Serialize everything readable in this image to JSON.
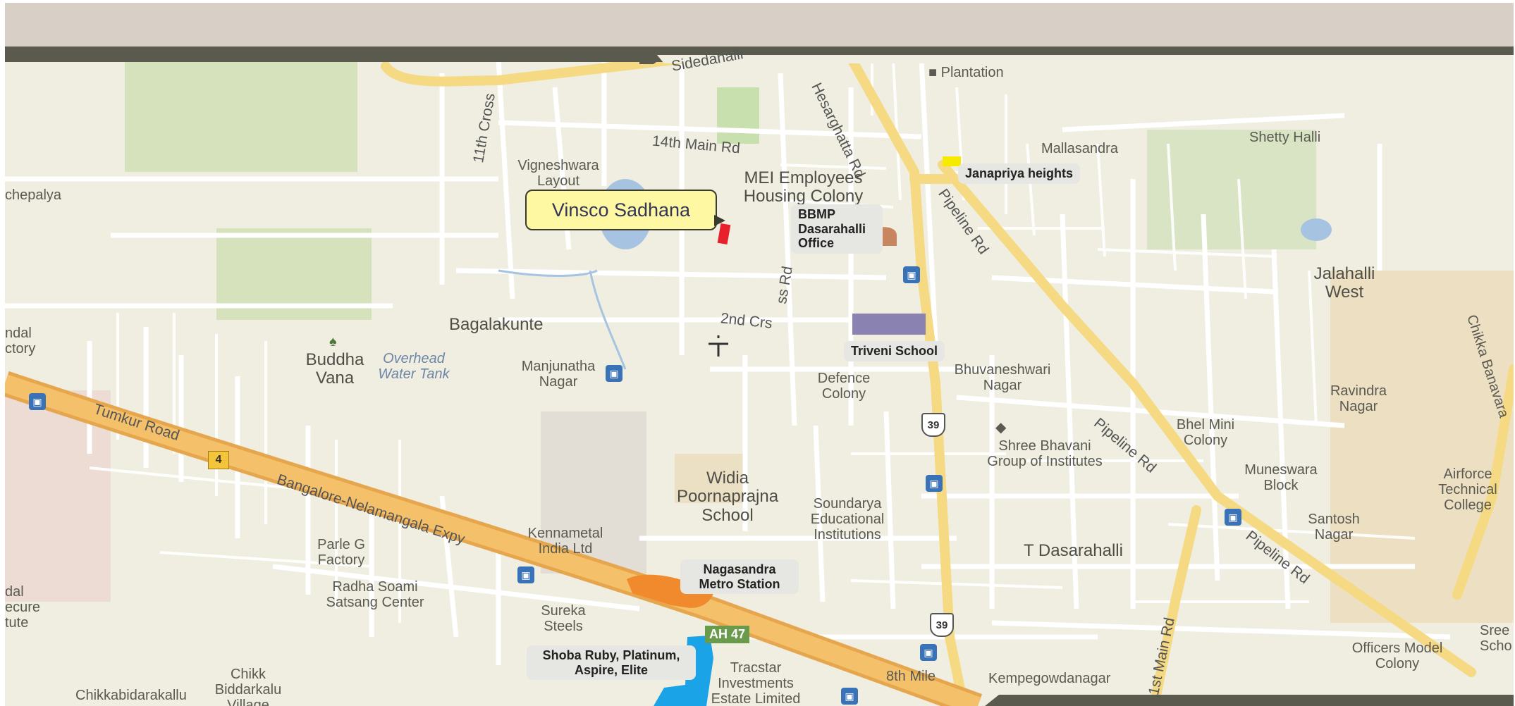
{
  "map": {
    "areas": {
      "plantation": "Plantation",
      "hesarghatta_rd": "Hesarghatta Rd",
      "sidedahalli": "Sidedahalli",
      "cross_11th": "11th Cross",
      "main_14th": "14th Main Rd",
      "vigneshwara": "Vigneshwara Layout",
      "mei": "MEI Employees Housing Colony",
      "chepalya": "chepalya",
      "mallasandra": "Mallasandra",
      "shetty_halli": "Shetty Halli",
      "pipeline_rd_1": "Pipeline Rd",
      "pipeline_rd_2": "Pipeline Rd",
      "pipeline_rd_3": "Pipeline Rd",
      "jalahalli_west": "Jalahalli West",
      "chikka_banavara": "Chikka Banavara",
      "bagalakunte": "Bagalakunte",
      "cross_2nd": "2nd Crs",
      "ss_rd": "ss Rd",
      "buddha_vana": "Buddha Vana",
      "overhead_tank": "Overhead Water Tank",
      "manjunatha": "Manjunatha Nagar",
      "defence": "Defence Colony",
      "bhuvaneshwari": "Bhuvaneshwari Nagar",
      "ravindra": "Ravindra Nagar",
      "bhel": "Bhel Mini Colony",
      "shree_bhavani": "Shree Bhavani Group of Institutes",
      "muneswara": "Muneswara Block",
      "airforce": "Airforce Technical College",
      "tumkur": "Tumkur Road",
      "blr_exp": "Bangalore-Nelamangala Expy",
      "widia": "Widia Poornaprajna School",
      "soundarya": "Soundarya Educational Institutions",
      "santosh": "Santosh Nagar",
      "t_dasarahalli": "T Dasarahalli",
      "kennametal": "Kennametal India Ltd",
      "parle": "Parle G Factory",
      "radha": "Radha Soami Satsang Center",
      "sureka": "Sureka Steels",
      "main_1st": "1st Main Rd",
      "chikk": "Chikk Biddarkalu Village",
      "chikkabidarakallu": "Chikkabidarakallu",
      "tracstar": "Tracstar Investments Estate Limited",
      "eighth_mile": "8th Mile",
      "kempegowda": "Kempegowdanagar",
      "officers": "Officers Model Colony",
      "industrial_left": "ndal ctory",
      "edge_left": "dal ecure tute",
      "edge_right": "Sree Scho"
    },
    "highways": {
      "h4": "4",
      "ah47": "AH 47",
      "s39a": "39",
      "s39b": "39"
    },
    "callouts": {
      "vinsco": "Vinsco Sadhana",
      "janapriya": "Janapriya heights",
      "bbmp": "BBMP Dasarahalli Office",
      "triveni": "Triveni School",
      "nagasandra": "Nagasandra Metro Station",
      "shoba": "Shoba Ruby, Platinum, Aspire, Elite"
    },
    "colors": {
      "background": "#efeee0",
      "road": "#ffffff",
      "major_road": "#f5d983",
      "highway": "#f0b45a",
      "park": "#cfe0b4",
      "water": "#a6c4e2",
      "vinsco_marker": "#e8202c",
      "janapriya_marker": "#f5ea00",
      "bbmp_marker": "#c88660",
      "triveni_marker": "#8a82b0",
      "nagasandra_marker": "#f08a2c",
      "shoba_marker": "#1aa3e6"
    },
    "icons": [
      "bus-stop-icon",
      "school-icon",
      "park-icon",
      "crosshair-icon"
    ]
  }
}
